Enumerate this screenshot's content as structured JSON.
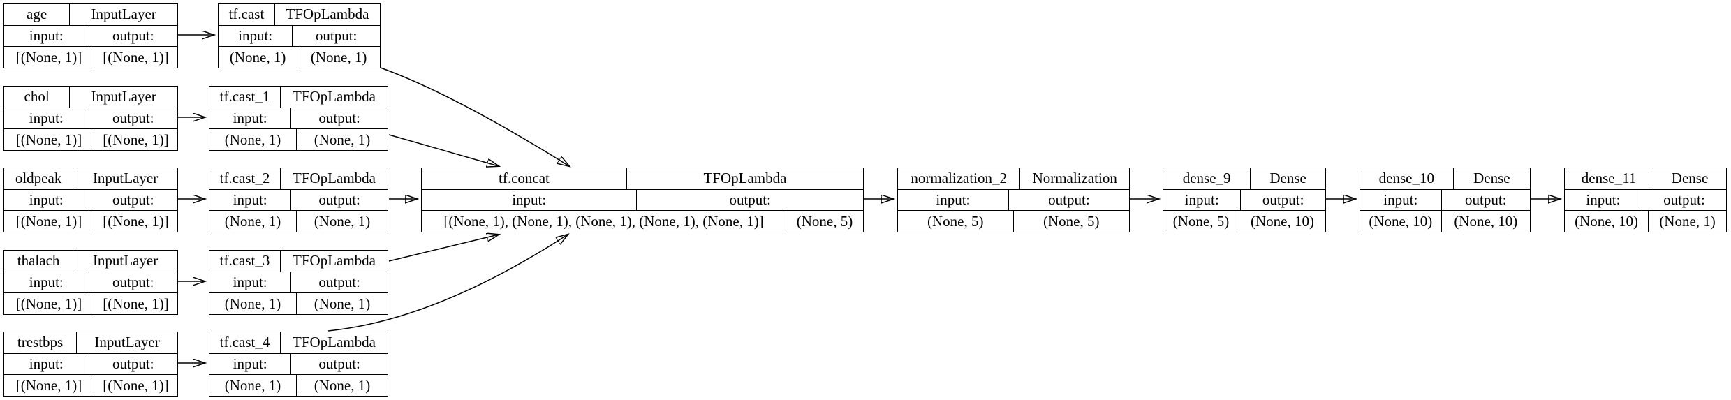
{
  "diagram": {
    "labels": {
      "input": "input:",
      "output": "output:"
    },
    "colors": {
      "border": "#000000",
      "background": "#ffffff",
      "text": "#000000"
    },
    "nodes": [
      {
        "name": "age",
        "type": "InputLayer",
        "input": "[(None, 1)]",
        "output": "[(None, 1)]"
      },
      {
        "name": "chol",
        "type": "InputLayer",
        "input": "[(None, 1)]",
        "output": "[(None, 1)]"
      },
      {
        "name": "oldpeak",
        "type": "InputLayer",
        "input": "[(None, 1)]",
        "output": "[(None, 1)]"
      },
      {
        "name": "thalach",
        "type": "InputLayer",
        "input": "[(None, 1)]",
        "output": "[(None, 1)]"
      },
      {
        "name": "trestbps",
        "type": "InputLayer",
        "input": "[(None, 1)]",
        "output": "[(None, 1)]"
      },
      {
        "name": "tf.cast",
        "type": "TFOpLambda",
        "input": "(None, 1)",
        "output": "(None, 1)"
      },
      {
        "name": "tf.cast_1",
        "type": "TFOpLambda",
        "input": "(None, 1)",
        "output": "(None, 1)"
      },
      {
        "name": "tf.cast_2",
        "type": "TFOpLambda",
        "input": "(None, 1)",
        "output": "(None, 1)"
      },
      {
        "name": "tf.cast_3",
        "type": "TFOpLambda",
        "input": "(None, 1)",
        "output": "(None, 1)"
      },
      {
        "name": "tf.cast_4",
        "type": "TFOpLambda",
        "input": "(None, 1)",
        "output": "(None, 1)"
      },
      {
        "name": "tf.concat",
        "type": "TFOpLambda",
        "input": "[(None, 1), (None, 1), (None, 1), (None, 1), (None, 1)]",
        "output": "(None, 5)"
      },
      {
        "name": "normalization_2",
        "type": "Normalization",
        "input": "(None, 5)",
        "output": "(None, 5)"
      },
      {
        "name": "dense_9",
        "type": "Dense",
        "input": "(None, 5)",
        "output": "(None, 10)"
      },
      {
        "name": "dense_10",
        "type": "Dense",
        "input": "(None, 10)",
        "output": "(None, 10)"
      },
      {
        "name": "dense_11",
        "type": "Dense",
        "input": "(None, 10)",
        "output": "(None, 1)"
      }
    ],
    "edges": [
      [
        "age",
        "tf.cast"
      ],
      [
        "chol",
        "tf.cast_1"
      ],
      [
        "oldpeak",
        "tf.cast_2"
      ],
      [
        "thalach",
        "tf.cast_3"
      ],
      [
        "trestbps",
        "tf.cast_4"
      ],
      [
        "tf.cast",
        "tf.concat"
      ],
      [
        "tf.cast_1",
        "tf.concat"
      ],
      [
        "tf.cast_2",
        "tf.concat"
      ],
      [
        "tf.cast_3",
        "tf.concat"
      ],
      [
        "tf.cast_4",
        "tf.concat"
      ],
      [
        "tf.concat",
        "normalization_2"
      ],
      [
        "normalization_2",
        "dense_9"
      ],
      [
        "dense_9",
        "dense_10"
      ],
      [
        "dense_10",
        "dense_11"
      ]
    ]
  }
}
